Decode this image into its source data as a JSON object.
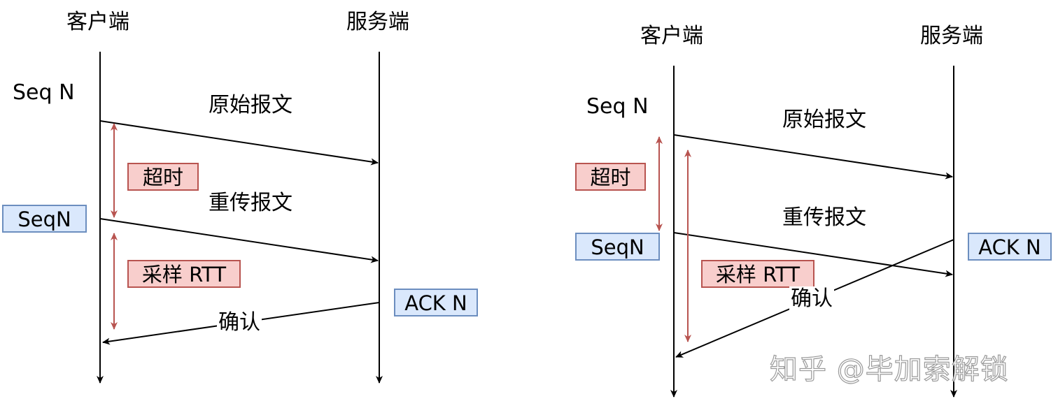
{
  "left_diagram": {
    "client_label": "客户端",
    "server_label": "服务端",
    "seq_label": "Seq N",
    "original_msg": "原始报文",
    "timeout_box": "超时",
    "seqn_box": "SeqN",
    "retransmit_msg": "重传报文",
    "sample_box": "采样 RTT",
    "ack_box": "ACK N",
    "confirm_msg": "确认"
  },
  "right_diagram": {
    "client_label": "客户端",
    "server_label": "服务端",
    "seq_label": "Seq N",
    "original_msg": "原始报文",
    "timeout_box": "超时",
    "seqn_box": "SeqN",
    "retransmit_msg": "重传报文",
    "sample_box": "采样 RTT",
    "ack_box": "ACK N",
    "confirm_msg": "确认"
  },
  "watermark": "知乎 @毕加索解锁",
  "colors": {
    "line": "#000000",
    "span_arrow": "#b85450",
    "blue_box_fill": "#dae8fc",
    "blue_box_border": "#6c8ebf",
    "red_box_fill": "#f8cecc",
    "red_box_border": "#b85450"
  }
}
